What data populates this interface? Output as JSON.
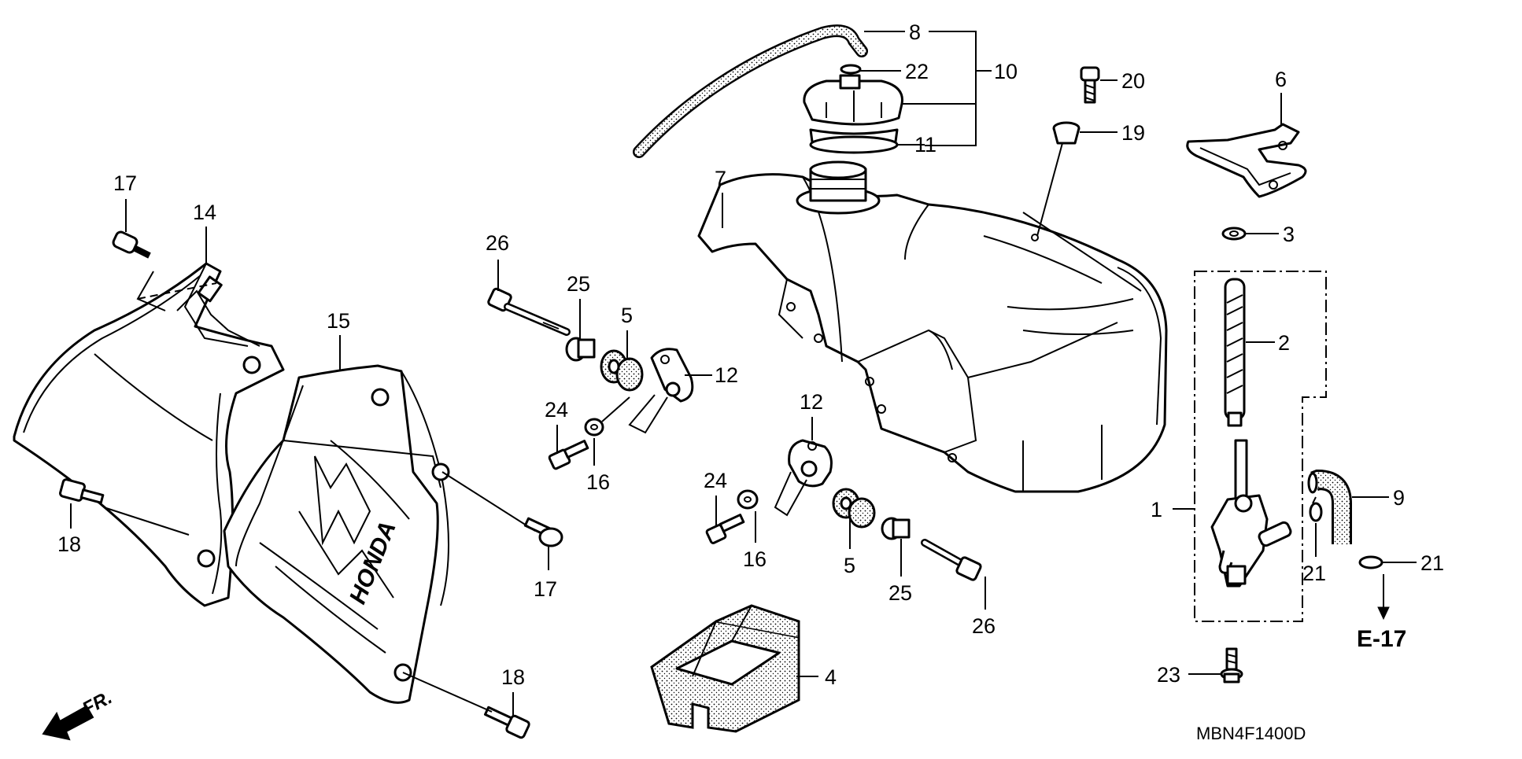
{
  "callouts": [
    {
      "id": "c1",
      "text": "1"
    },
    {
      "id": "c2",
      "text": "2"
    },
    {
      "id": "c3",
      "text": "3"
    },
    {
      "id": "c4",
      "text": "4"
    },
    {
      "id": "c5a",
      "text": "5"
    },
    {
      "id": "c5b",
      "text": "5"
    },
    {
      "id": "c6",
      "text": "6"
    },
    {
      "id": "c7",
      "text": "7"
    },
    {
      "id": "c8",
      "text": "8"
    },
    {
      "id": "c9",
      "text": "9"
    },
    {
      "id": "c10",
      "text": "10"
    },
    {
      "id": "c11",
      "text": "11"
    },
    {
      "id": "c12a",
      "text": "12"
    },
    {
      "id": "c12b",
      "text": "12"
    },
    {
      "id": "c14",
      "text": "14"
    },
    {
      "id": "c15",
      "text": "15"
    },
    {
      "id": "c16a",
      "text": "16"
    },
    {
      "id": "c16b",
      "text": "16"
    },
    {
      "id": "c17a",
      "text": "17"
    },
    {
      "id": "c17b",
      "text": "17"
    },
    {
      "id": "c18a",
      "text": "18"
    },
    {
      "id": "c18b",
      "text": "18"
    },
    {
      "id": "c19",
      "text": "19"
    },
    {
      "id": "c20",
      "text": "20"
    },
    {
      "id": "c21a",
      "text": "21"
    },
    {
      "id": "c21b",
      "text": "21"
    },
    {
      "id": "c22",
      "text": "22"
    },
    {
      "id": "c23",
      "text": "23"
    },
    {
      "id": "c24a",
      "text": "24"
    },
    {
      "id": "c24b",
      "text": "24"
    },
    {
      "id": "c25a",
      "text": "25"
    },
    {
      "id": "c25b",
      "text": "25"
    },
    {
      "id": "c26a",
      "text": "26"
    },
    {
      "id": "c26b",
      "text": "26"
    }
  ],
  "reference": "E-17",
  "diagram_code": "MBN4F1400D",
  "front_marker": "FR.",
  "shroud_logo": "HONDA",
  "colors": {
    "ink": "#000000",
    "paper": "#ffffff"
  }
}
